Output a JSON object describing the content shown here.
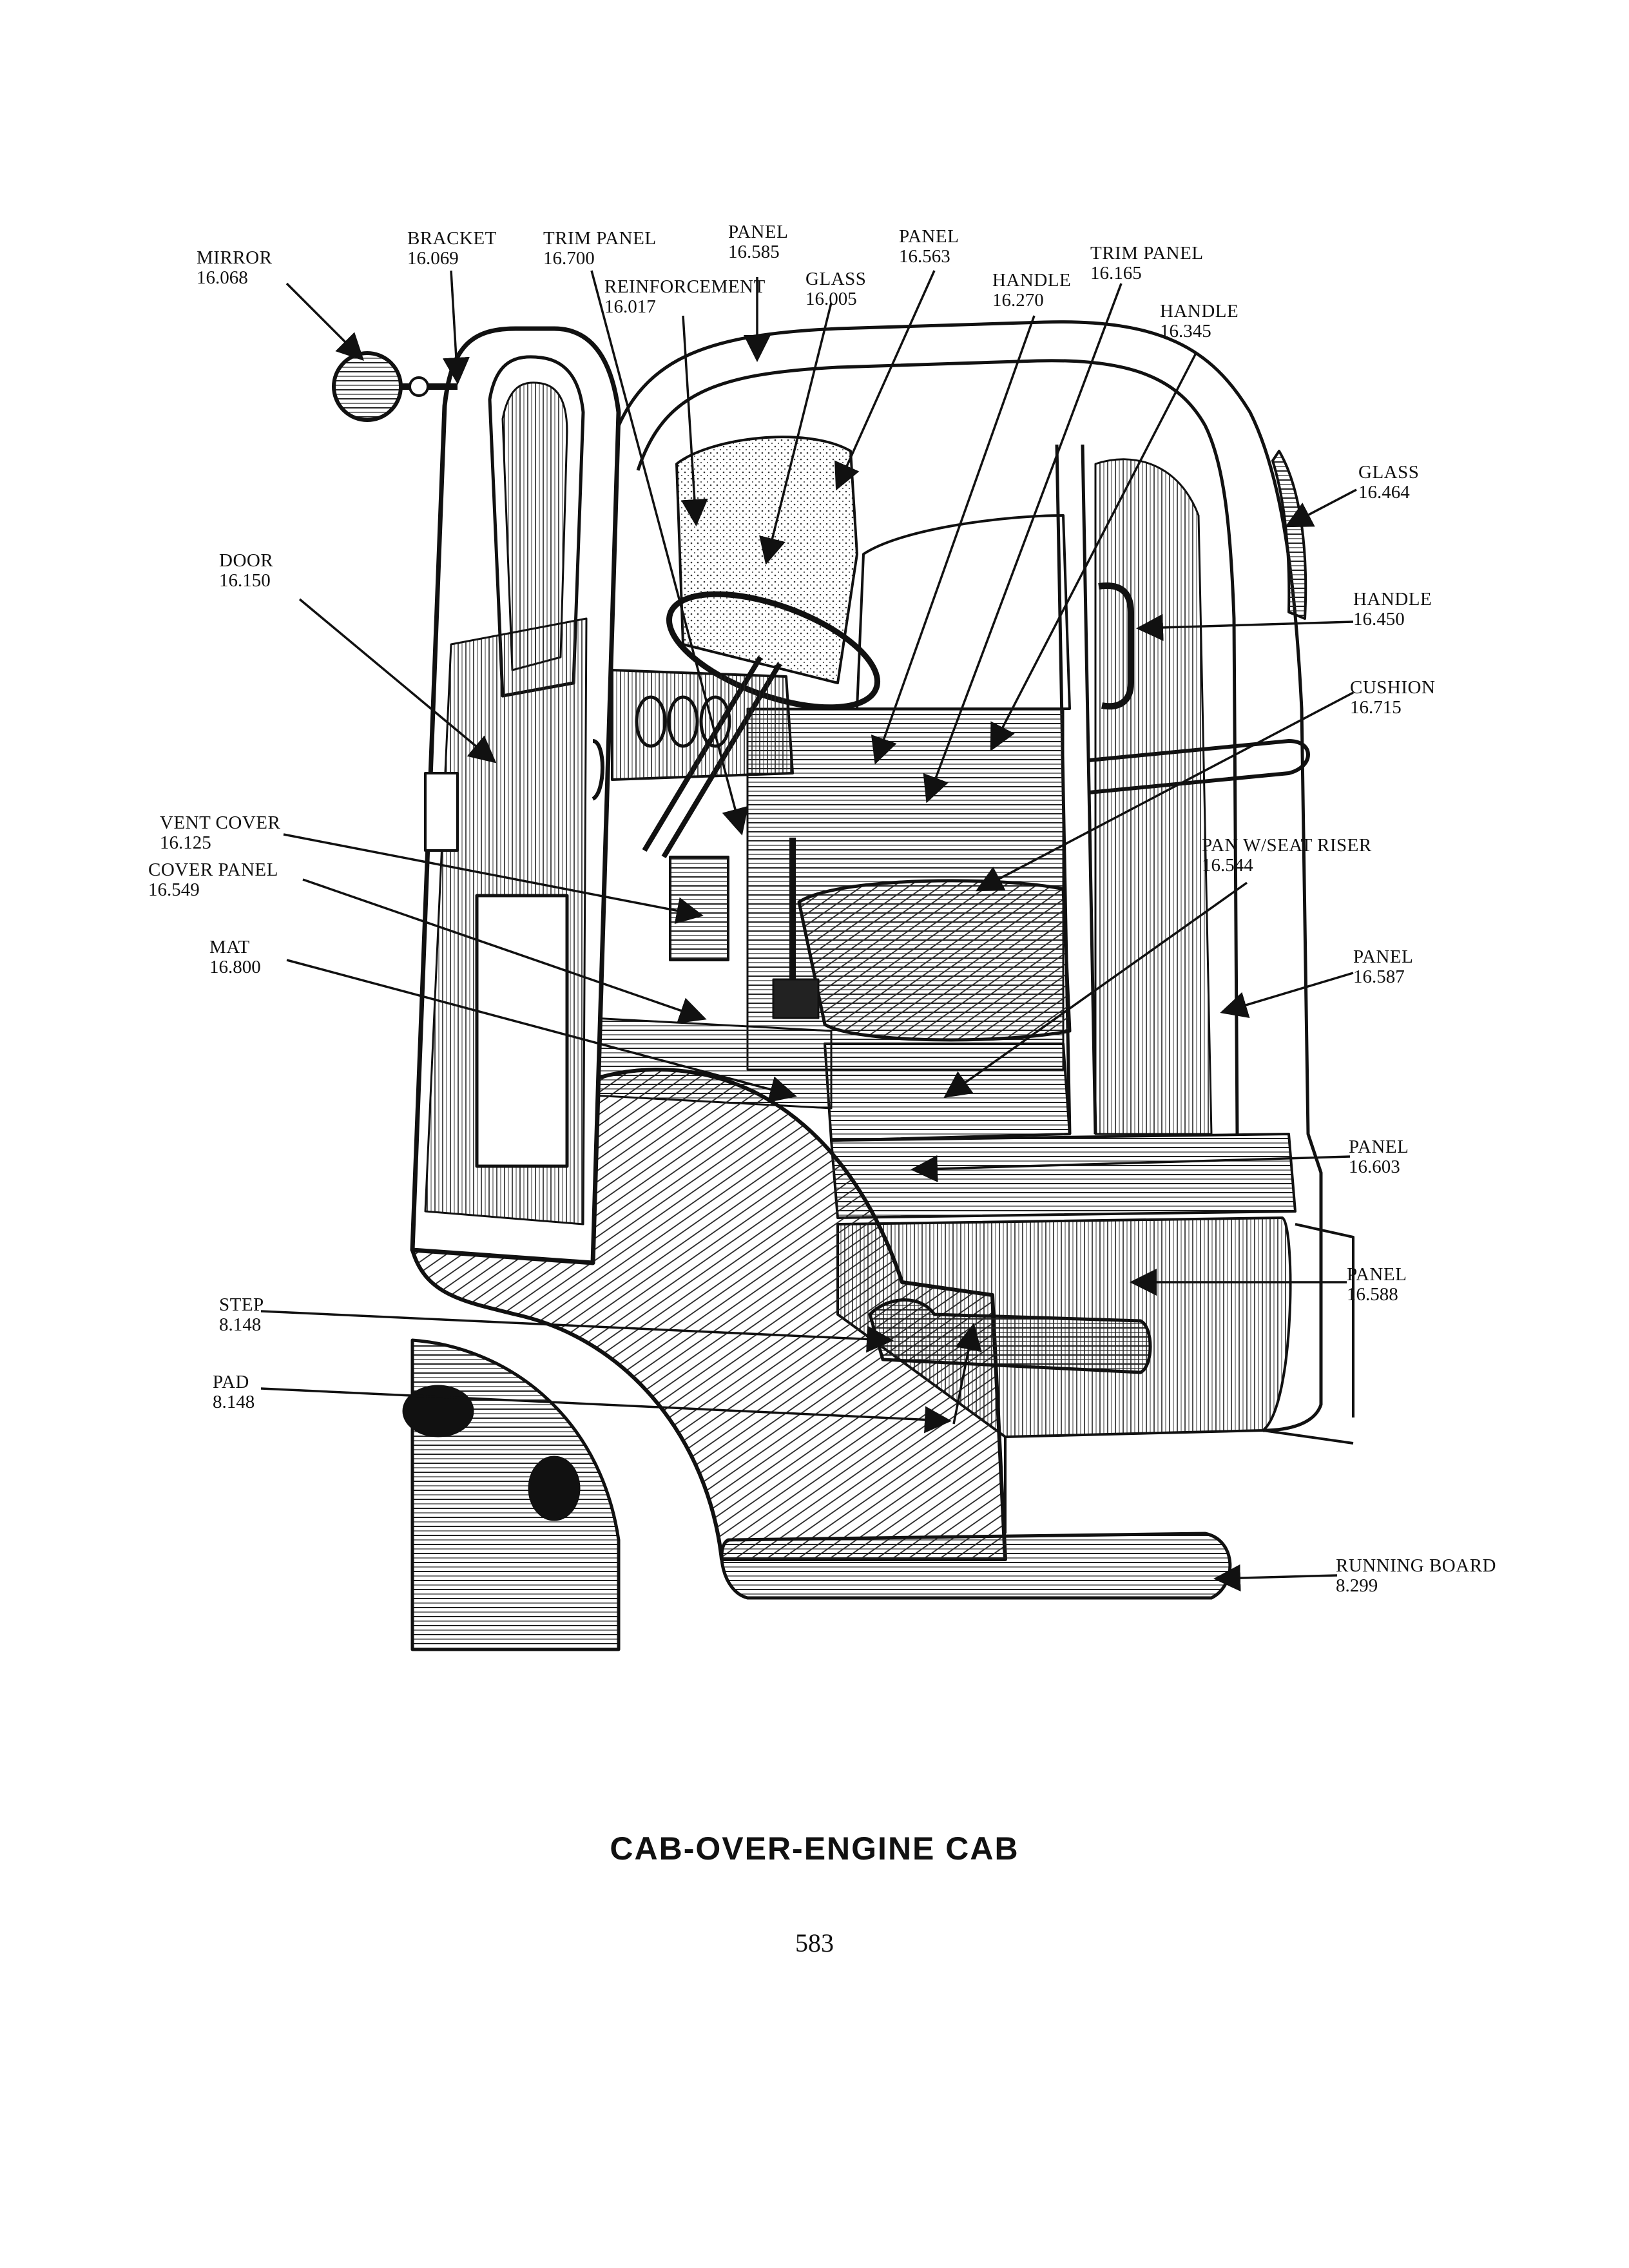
{
  "labels": [
    {
      "id": "mirror",
      "name": "MIRROR",
      "number": "16.068"
    },
    {
      "id": "bracket",
      "name": "BRACKET",
      "number": "16.069"
    },
    {
      "id": "trim-panel-a",
      "name": "TRIM PANEL",
      "number": "16.700"
    },
    {
      "id": "reinforcement",
      "name": "REINFORCEMENT",
      "number": "16.017"
    },
    {
      "id": "panel-585",
      "name": "PANEL",
      "number": "16.585"
    },
    {
      "id": "glass-005",
      "name": "GLASS",
      "number": "16.005"
    },
    {
      "id": "panel-563",
      "name": "PANEL",
      "number": "16.563"
    },
    {
      "id": "handle-270",
      "name": "HANDLE",
      "number": "16.270"
    },
    {
      "id": "trim-panel-b",
      "name": "TRIM PANEL",
      "number": "16.165"
    },
    {
      "id": "handle-345",
      "name": "HANDLE",
      "number": "16.345"
    },
    {
      "id": "glass-464",
      "name": "GLASS",
      "number": "16.464"
    },
    {
      "id": "door",
      "name": "DOOR",
      "number": "16.150"
    },
    {
      "id": "handle-450",
      "name": "HANDLE",
      "number": "16.450"
    },
    {
      "id": "cushion",
      "name": "CUSHION",
      "number": "16.715"
    },
    {
      "id": "vent-cover",
      "name": "VENT COVER",
      "number": "16.125"
    },
    {
      "id": "cover-panel",
      "name": "COVER PANEL",
      "number": "16.549"
    },
    {
      "id": "pan-seat-riser",
      "name": "PAN W/SEAT RISER",
      "number": "16.544"
    },
    {
      "id": "mat",
      "name": "MAT",
      "number": "16.800"
    },
    {
      "id": "panel-587",
      "name": "PANEL",
      "number": "16.587"
    },
    {
      "id": "panel-603",
      "name": "PANEL",
      "number": "16.603"
    },
    {
      "id": "panel-588",
      "name": "PANEL",
      "number": "16.588"
    },
    {
      "id": "step",
      "name": "STEP",
      "number": "8.148"
    },
    {
      "id": "pad",
      "name": "PAD",
      "number": "8.148"
    },
    {
      "id": "running-board",
      "name": "RUNNING BOARD",
      "number": "8.299"
    }
  ],
  "caption": "CAB-OVER-ENGINE CAB",
  "page_number": "583"
}
